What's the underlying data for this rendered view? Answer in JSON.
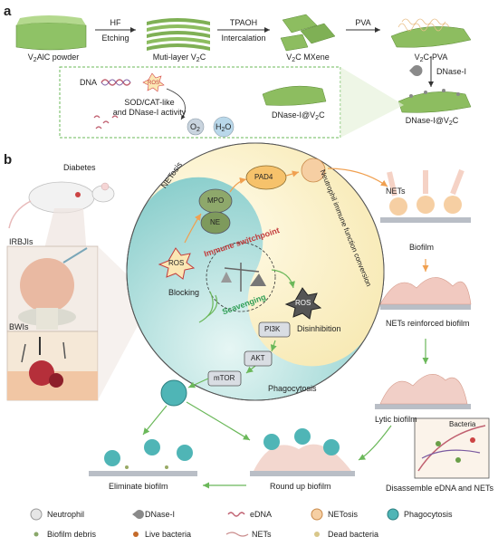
{
  "panel_a": {
    "letter": "a",
    "steps": [
      {
        "pre": "V",
        "sub": "2",
        "post": "AlC powder"
      },
      {
        "pre": "Muti-layer V",
        "sub": "2",
        "post": "C"
      },
      {
        "pre": "V",
        "sub": "2",
        "post": "C MXene"
      },
      {
        "pre": "V",
        "sub": "2",
        "post": "C-PVA"
      },
      {
        "pre": "DNase-I@V",
        "sub": "2",
        "post": "C"
      }
    ],
    "arrows": {
      "hf": "HF",
      "etching": "Etching",
      "tpaoh": "TPAOH",
      "intercalation": "Intercalation",
      "pva": "PVA",
      "dnase": "DNase-I"
    },
    "box": {
      "dna": "DNA",
      "ros": "ROS",
      "activity1": "SOD/CAT-like",
      "activity2": "and DNase-I activity",
      "o2": "O",
      "o2_sub": "2",
      "h2o": "H",
      "h2o_sub": "2",
      "h2o_post": "O",
      "prod_pre": "DNase-I@V",
      "prod_sub": "2",
      "prod_post": "C"
    }
  },
  "panel_b": {
    "letter": "b",
    "diabetes": "Diabetes",
    "irbji": "IRBJIs",
    "bwi": "BWIs",
    "netosis": "NETosis",
    "mpo": "MPO",
    "ne": "NE",
    "pad4": "PAD4",
    "ros_up": "ROS",
    "ros_down": "ROS",
    "immune_switchpoint": "Immune switchpoint",
    "blocking": "Blocking",
    "scavenging": "Scavenging",
    "disinhibition": "Disinhibition",
    "neutrophil_conversion": "Neutrophil immune function conversion",
    "pi3k": "PI3K",
    "akt": "AKT",
    "mtor": "mTOR",
    "phagocytosis": "Phagocytosis",
    "nets": "NETs",
    "biofilm": "Biofilm",
    "nets_reinforced": "NETs reinforced biofilm",
    "lytic_biofilm": "Lytic biofilm",
    "bacteria": "Bacteria",
    "disassemble": "Disassemble eDNA and NETs",
    "round_up": "Round up biofilm",
    "eliminate": "Eliminate biofilm"
  },
  "legend": [
    {
      "label": "Neutrophil",
      "icon": "neutrophil-icon"
    },
    {
      "label": "DNase-I",
      "icon": "dnase-icon"
    },
    {
      "label": "eDNA",
      "icon": "edna-icon"
    },
    {
      "label": "NETosis",
      "icon": "netosis-icon"
    },
    {
      "label": "Phagocytosis",
      "icon": "phagocytosis-icon"
    },
    {
      "label": "Biofilm debris",
      "icon": "debris-icon"
    },
    {
      "label": "Live bacteria",
      "icon": "live-bacteria-icon"
    },
    {
      "label": "NETs",
      "icon": "nets-icon"
    },
    {
      "label": "Dead bacteria",
      "icon": "dead-bacteria-icon"
    }
  ],
  "colors": {
    "mxene_green": "#9dc36a",
    "mxene_dark": "#6f9e3f",
    "teal": "#6fc3c4",
    "yellow": "#fbf1c6",
    "orange": "#f2a65a",
    "mpo_green": "#8ea86b",
    "pad4_orange": "#f6c26b",
    "gray_box": "#d9dde3",
    "switch_red": "#c23b3b",
    "scav_green": "#2f9e55"
  }
}
